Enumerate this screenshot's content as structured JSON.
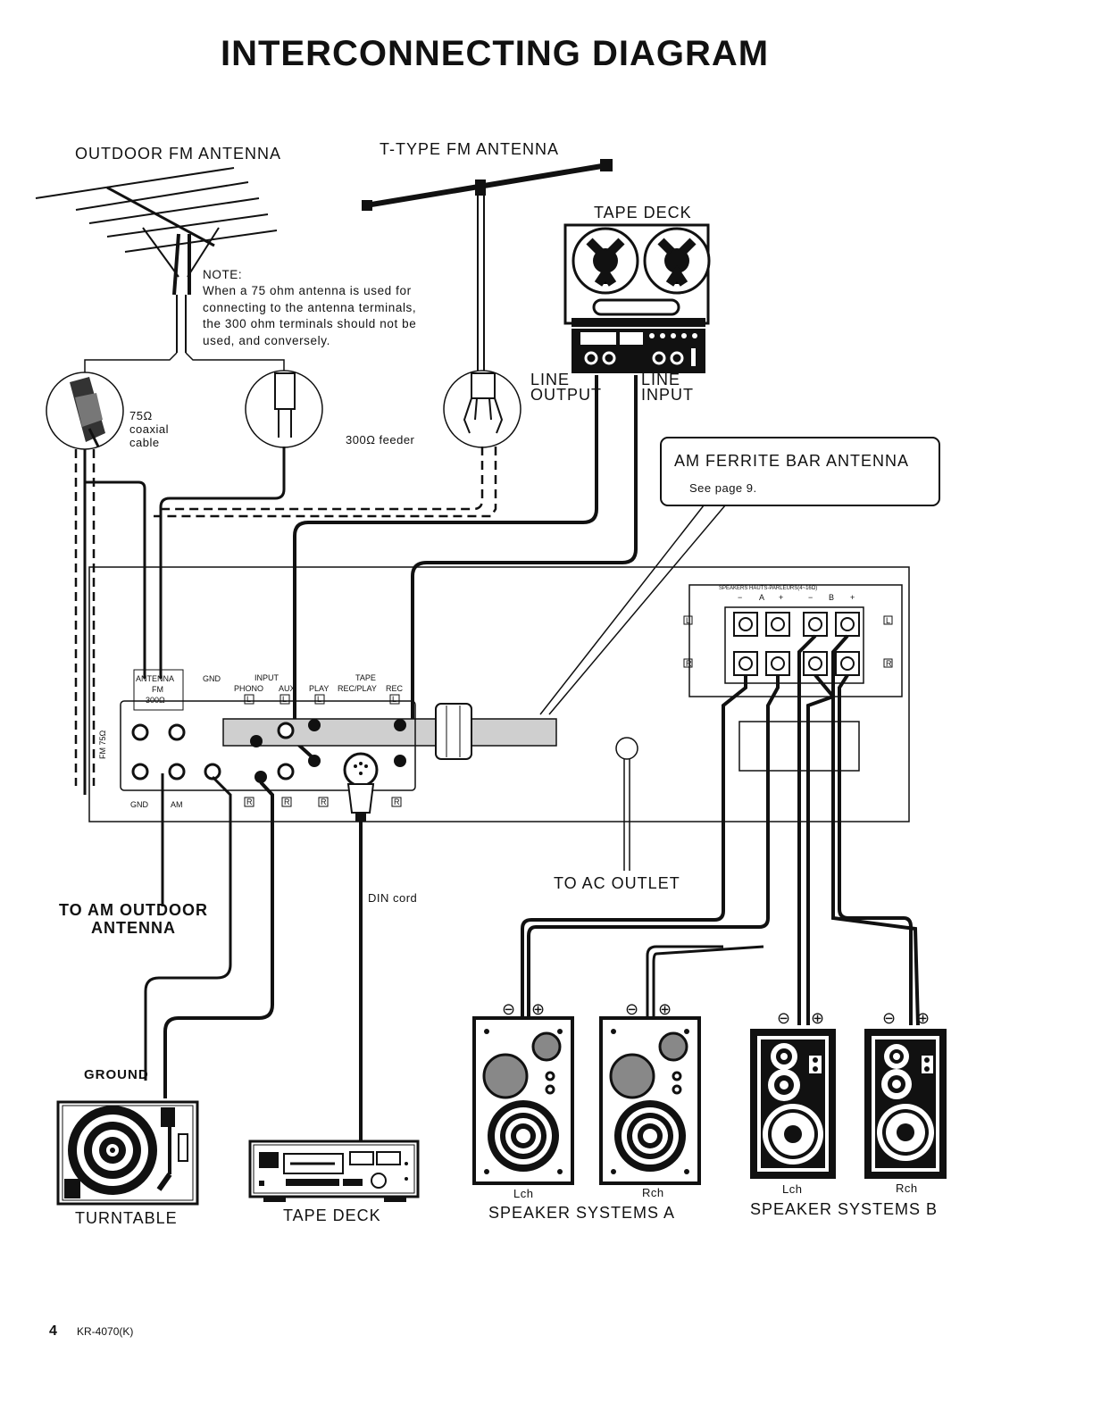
{
  "title": "INTERCONNECTING DIAGRAM",
  "labels": {
    "outdoor_fm_antenna": "OUTDOOR FM ANTENNA",
    "t_type_fm_antenna": "T-TYPE FM ANTENNA",
    "tape_deck_top": "TAPE DECK",
    "note_title": "NOTE:",
    "note_lines": [
      "When a 75 ohm antenna is used for",
      "connecting to the antenna terminals,",
      "the 300 ohm terminals should not be",
      "used, and conversely."
    ],
    "coax_lines": [
      "75Ω",
      "coaxial",
      "cable"
    ],
    "feeder": "300Ω feeder",
    "line_output": [
      "LINE",
      "OUTPUT"
    ],
    "line_input": [
      "LINE",
      "INPUT"
    ],
    "am_ferrite": "AM FERRITE BAR ANTENNA",
    "see_page": "See page 9.",
    "to_ac_outlet": "TO AC OUTLET",
    "to_am_outdoor": [
      "TO AM OUTDOOR",
      "ANTENNA"
    ],
    "din_cord": "DIN cord",
    "ground": "GROUND",
    "turntable": "TURNTABLE",
    "tape_deck_bottom": "TAPE DECK",
    "speakers_a": "SPEAKER SYSTEMS A",
    "speakers_b": "SPEAKER SYSTEMS B",
    "lch": "Lch",
    "rch": "Rch",
    "minus": "⊖",
    "plus": "⊕"
  },
  "panel": {
    "antenna": "ANTENNA",
    "fm": "FM",
    "ohm300": "300Ω",
    "fm75": "FM 75Ω",
    "gnd": "GND",
    "input": "INPUT",
    "phono": "PHONO",
    "aux": "AUX",
    "tape": "TAPE",
    "play": "PLAY",
    "rec_play": "REC/PLAY",
    "rec": "REC",
    "am": "AM",
    "L": "L",
    "R": "R",
    "speakers": "SPEAKERS HAUTS-PARLEURS(4~16Ω)",
    "spk_a": "A",
    "spk_b": "B",
    "spk_minus": "−",
    "spk_plus": "+"
  },
  "footer": {
    "page": "4",
    "model": "KR-4070(K)"
  }
}
